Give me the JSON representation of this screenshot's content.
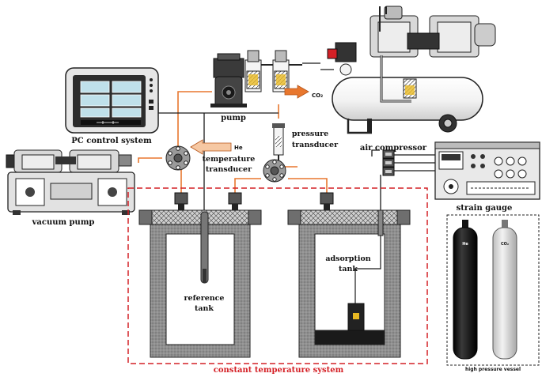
{
  "labels": {
    "pc_control": "PC control system",
    "pump": "pump",
    "co2_inlet": "CO₂",
    "he_inlet": "He",
    "pressure_transducer": [
      "pressure",
      "transducer"
    ],
    "temperature_transducer": [
      "temperature",
      "transducer"
    ],
    "air_compressor": "air compressor",
    "vacuum_pump": "vacuum pump",
    "strain_gauge": "strain gauge",
    "adsorption_tank": [
      "adsorption",
      "tank"
    ],
    "reference_tank": [
      "reference",
      "tank"
    ],
    "constant_temp": "constant temperature system",
    "cylinder_he": "He",
    "cylinder_co2": "CO₂",
    "high_pressure_vessel": "high pressure vessel"
  },
  "colors": {
    "gas_line": "#e8772e",
    "border_red": "#d42026",
    "tank_gray": "#8c8c8c",
    "dark": "#1a1a1a"
  }
}
